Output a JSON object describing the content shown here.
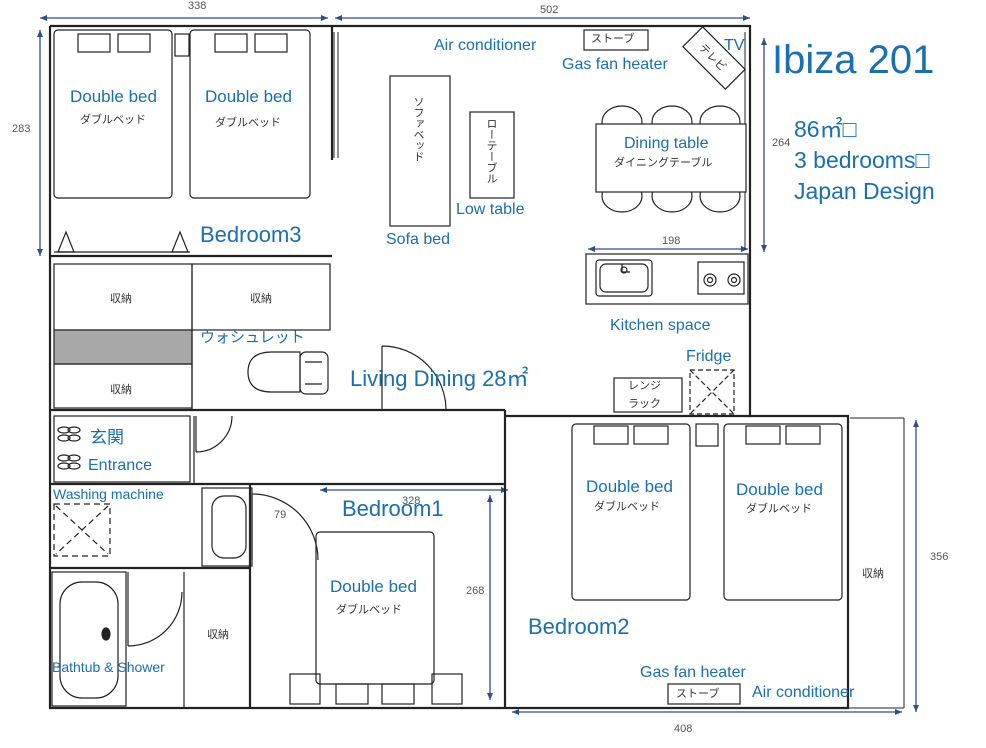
{
  "title": "Ibiza 201",
  "specs": {
    "area": "86㎡□",
    "bedrooms": "3 bedrooms□",
    "design": "Japan Design"
  },
  "rooms": {
    "bedroom3": "Bedroom3",
    "bedroom1": "Bedroom1",
    "bedroom2": "Bedroom2",
    "living": "Living Dining 28㎡",
    "kitchen": "Kitchen space",
    "entrance_jp": "玄関",
    "entrance_en": "Entrance"
  },
  "furniture": {
    "double_bed": "Double bed",
    "double_bed_jp": "ダブルベッド",
    "sofa_bed": "Sofa bed",
    "sofa_bed_jp": "ソファベッド",
    "low_table": "Low table",
    "low_table_jp": "ローテーブル",
    "dining_table": "Dining table",
    "dining_table_jp": "ダイニングテーブル",
    "air_conditioner": "Air conditioner",
    "gas_fan_heater": "Gas fan heater",
    "stove_jp": "ストーブ",
    "tv": "TV",
    "tv_jp": "テレビ",
    "fridge": "Fridge",
    "range_rack_jp_1": "レンジ",
    "range_rack_jp_2": "ラック",
    "washlet_jp": "ウォシュレット",
    "washing_machine": "Washing machine",
    "bathtub_shower": "Bathtub & Shower",
    "storage_jp": "収納"
  },
  "dimensions": {
    "top_left": "338",
    "top_right": "502",
    "left": "283",
    "living_right": "264",
    "kitchen": "198",
    "door_79": "79",
    "bedroom1_width": "328",
    "bedroom1_height": "268",
    "right": "356",
    "bottom": "408"
  },
  "colors": {
    "text_blue": "#1a6fae",
    "wall": "#222222",
    "dimension_line": "#2d4f8a",
    "storage_shade": "#a8a8a8"
  }
}
